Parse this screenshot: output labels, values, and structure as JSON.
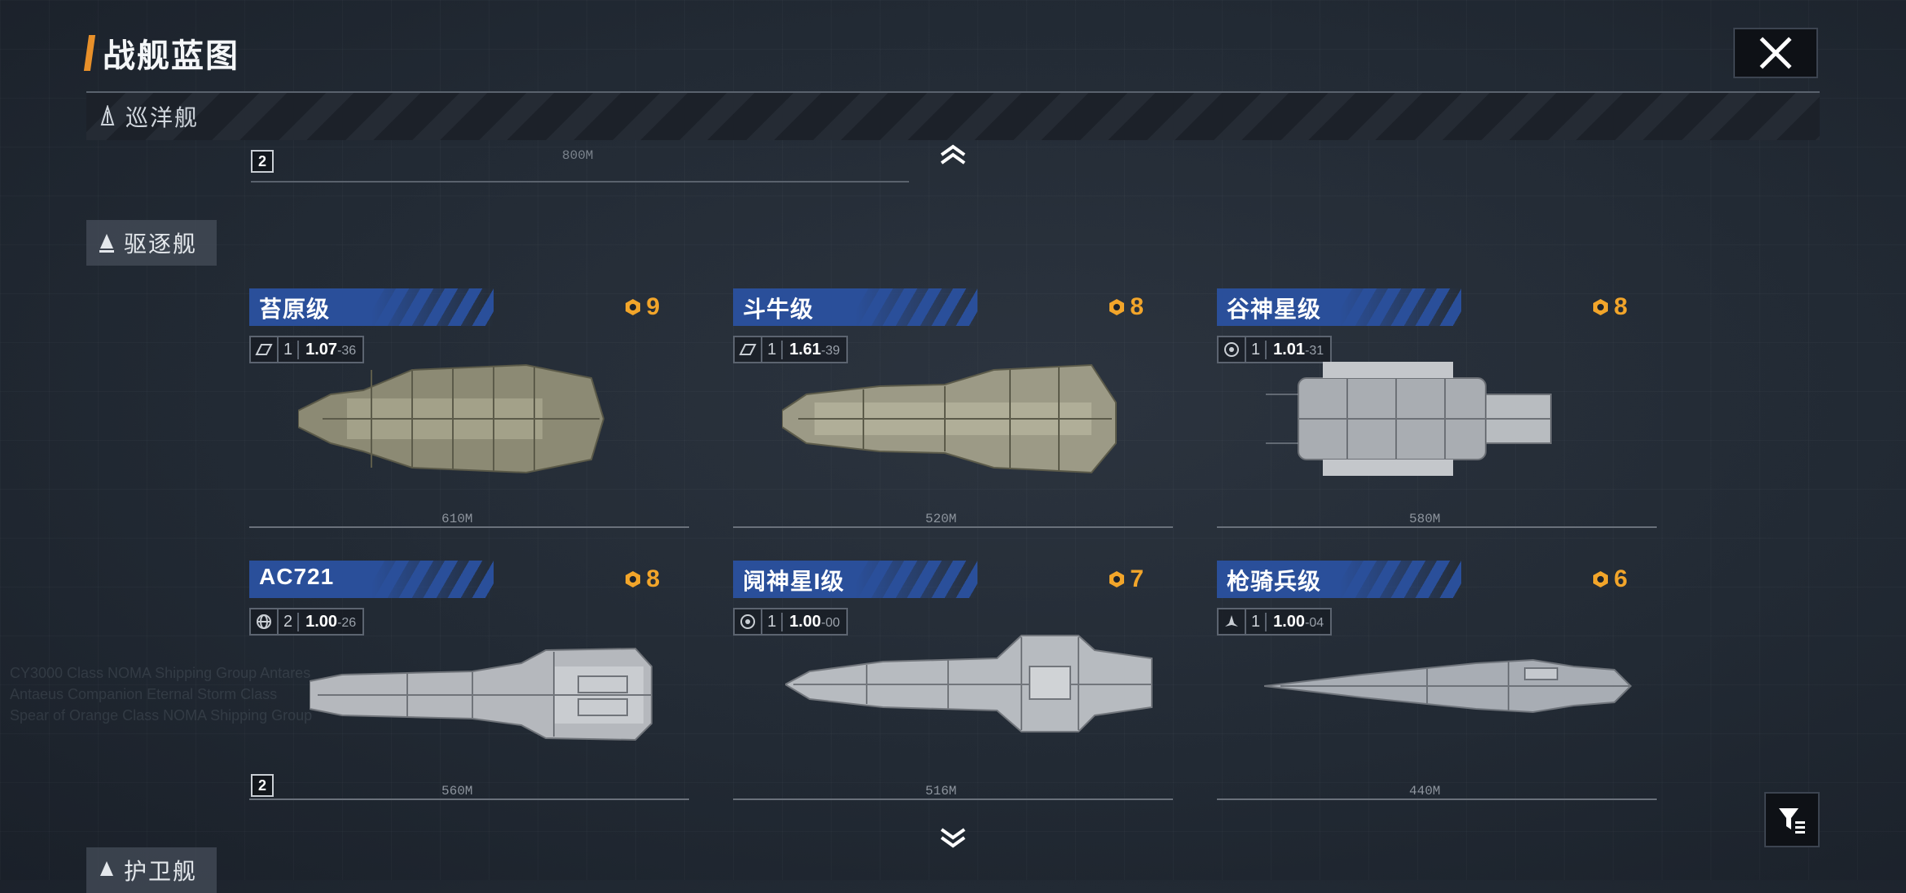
{
  "header": {
    "title": "战舰蓝图",
    "close_icon": "close-icon"
  },
  "categories": {
    "cruiser": "巡洋舰",
    "destroyer": "驱逐舰",
    "frigate": "护卫舰"
  },
  "scroll_badge_top": "2",
  "scroll_badge_bottom": "2",
  "ships": [
    {
      "name": "苔原级",
      "rank": "9",
      "stat_icon": "speed-icon",
      "level": "1",
      "value": "1.07",
      "sub": "-36",
      "length": "610M"
    },
    {
      "name": "斗牛级",
      "rank": "8",
      "stat_icon": "speed-icon",
      "level": "1",
      "value": "1.61",
      "sub": "-39",
      "length": "520M"
    },
    {
      "name": "谷神星级",
      "rank": "8",
      "stat_icon": "target-icon",
      "level": "1",
      "value": "1.01",
      "sub": "-31",
      "length": "580M"
    },
    {
      "name": "AC721",
      "rank": "8",
      "stat_icon": "globe-icon",
      "level": "2",
      "value": "1.00",
      "sub": "-26",
      "length": "560M"
    },
    {
      "name": "阋神星I级",
      "rank": "7",
      "stat_icon": "target-icon",
      "level": "1",
      "value": "1.00",
      "sub": "-00",
      "length": "516M"
    },
    {
      "name": "枪骑兵级",
      "rank": "6",
      "stat_icon": "fighter-icon",
      "level": "1",
      "value": "1.00",
      "sub": "-04",
      "length": "440M"
    }
  ],
  "top_scale_length": "800M",
  "colors": {
    "accent": "#e8902a",
    "rank": "#f2a52a",
    "banner": "#2a4f9a"
  }
}
